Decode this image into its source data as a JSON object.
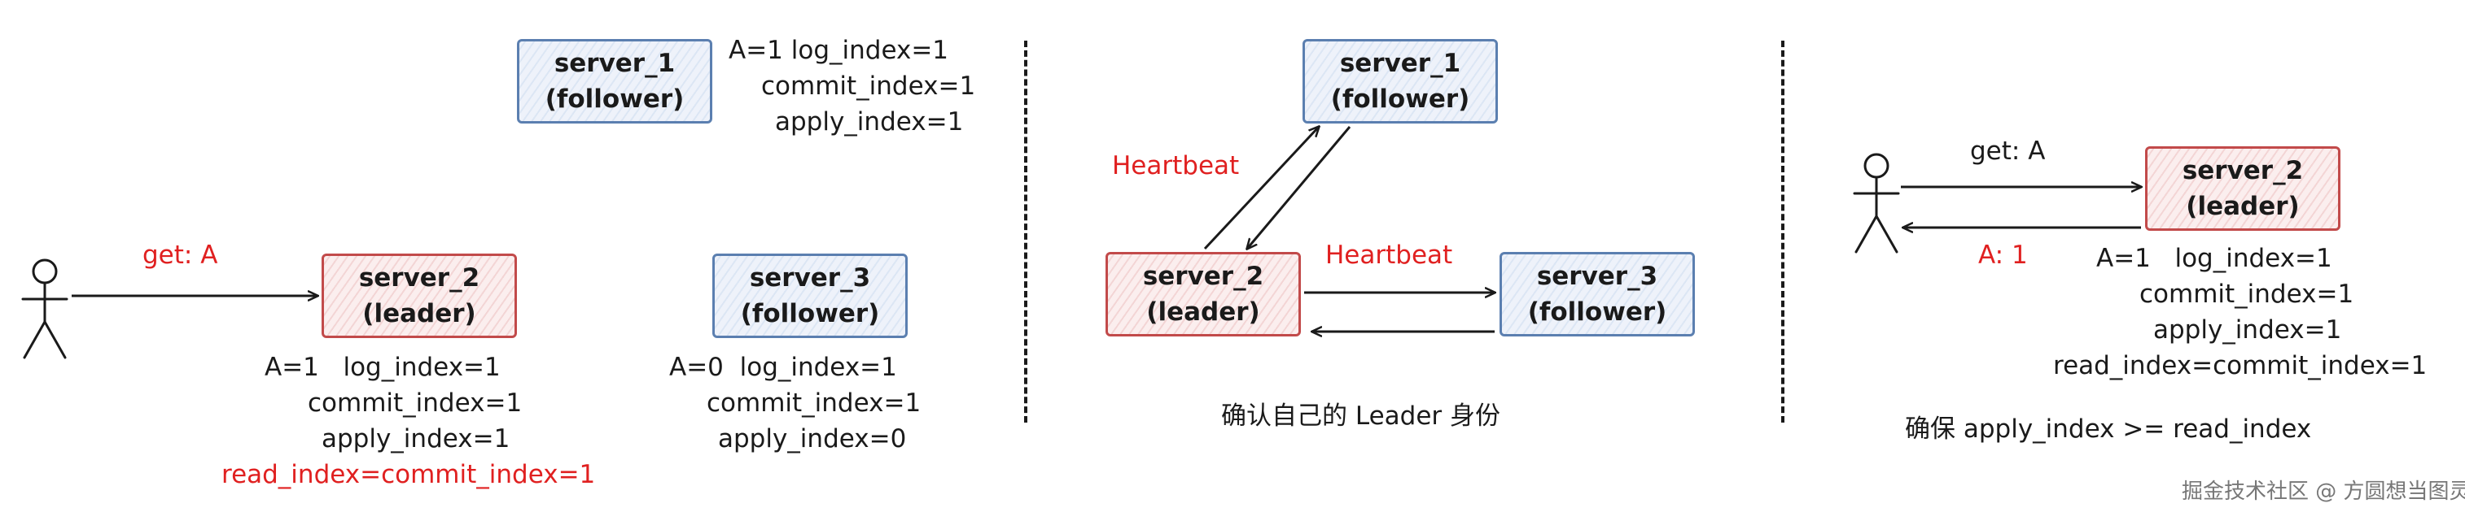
{
  "panel1": {
    "client": {
      "request": "get: A"
    },
    "server1": {
      "name": "server_1",
      "role": "(follower)",
      "state": [
        "A=1 log_index=1",
        "commit_index=1",
        "apply_index=1"
      ]
    },
    "server2": {
      "name": "server_2",
      "role": "(leader)",
      "state": [
        "A=1   log_index=1",
        "commit_index=1",
        "apply_index=1"
      ],
      "read_index": "read_index=commit_index=1"
    },
    "server3": {
      "name": "server_3",
      "role": "(follower)",
      "state": [
        "A=0  log_index=1",
        "commit_index=1",
        "apply_index=0"
      ]
    }
  },
  "panel2": {
    "server1": {
      "name": "server_1",
      "role": "(follower)"
    },
    "server2": {
      "name": "server_2",
      "role": "(leader)"
    },
    "server3": {
      "name": "server_3",
      "role": "(follower)"
    },
    "heartbeat_a": "Heartbeat",
    "heartbeat_b": "Heartbeat",
    "caption": "确认自己的 Leader 身份"
  },
  "panel3": {
    "request": "get: A",
    "response": "A: 1",
    "server2": {
      "name": "server_2",
      "role": "(leader)",
      "state": [
        "A=1   log_index=1",
        "commit_index=1",
        "apply_index=1",
        "read_index=commit_index=1"
      ]
    },
    "caption": "确保 apply_index >= read_index"
  },
  "watermark": "掘金技术社区 @ 方圆想当图灵",
  "colors": {
    "follower_border": "#5b7fb0",
    "leader_border": "#c24a4a",
    "highlight_text": "#e02020"
  }
}
